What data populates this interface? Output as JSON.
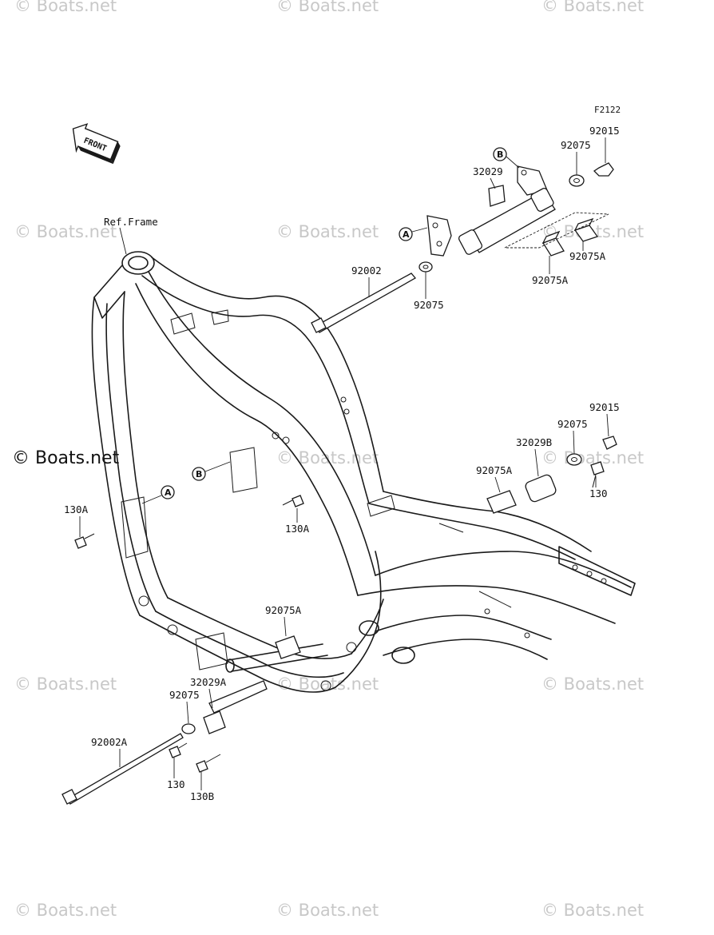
{
  "watermark": {
    "text": "© Boats.net",
    "prominent_text": "© Boats.net"
  },
  "diagram_code": "F2122",
  "front_arrow": {
    "label": "FRONT"
  },
  "ref_label": "Ref.Frame",
  "callouts": {
    "a": "A",
    "b": "B"
  },
  "parts": {
    "p92015_top": "92015",
    "p92075_top": "92075",
    "p32029": "32029",
    "p92002": "92002",
    "p92075_mid": "92075",
    "p92075A_r1": "92075A",
    "p92075A_r2": "92075A",
    "p92015_r": "92015",
    "p92075_r": "92075",
    "p32029B": "32029B",
    "p92075A_r3": "92075A",
    "p130_r": "130",
    "p130A_left": "130A",
    "p130A_mid": "130A",
    "p92075A_low": "92075A",
    "p32029A": "32029A",
    "p92075_low": "92075",
    "p92002A": "92002A",
    "p130_low": "130",
    "p130B": "130B"
  },
  "colors": {
    "line": "#1a1a1a",
    "watermark": "#c8c8c8"
  }
}
